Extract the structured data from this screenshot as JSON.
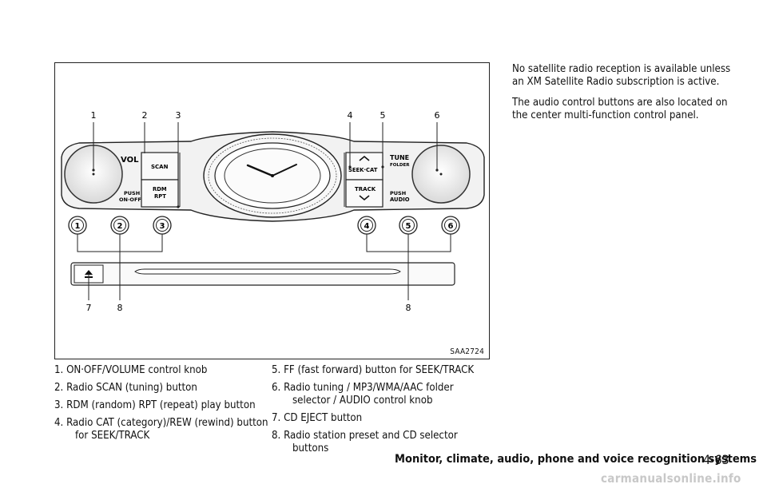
{
  "figure": {
    "code": "SAA2724",
    "callouts_top": [
      "1",
      "2",
      "3",
      "4",
      "5",
      "6"
    ],
    "callouts_bottom": [
      "7",
      "8",
      "8"
    ],
    "preset_numbers": [
      "1",
      "2",
      "3",
      "4",
      "5",
      "6"
    ],
    "panel_labels": {
      "vol": "VOL",
      "push_on_off_1": "PUSH",
      "push_on_off_2": "ON·OFF",
      "scan": "SCAN",
      "rdm": "RDM",
      "rpt": "RPT",
      "seek_cat": "SEEK·CAT",
      "track": "TRACK",
      "tune": "TUNE",
      "folder": "FOLDER",
      "push_audio_1": "PUSH",
      "push_audio_2": "AUDIO"
    }
  },
  "legend": [
    "1. ON·OFF/VOLUME control knob",
    "2. Radio SCAN (tuning) button",
    "3. RDM (random) RPT (repeat) play button",
    "4. Radio CAT (category)/REW (rewind) button for SEEK/TRACK",
    "5. FF (fast forward) button for SEEK/TRACK",
    "6. Radio tuning / MP3/WMA/AAC folder selector / AUDIO control knob",
    "7. CD EJECT button",
    "8. Radio station preset and CD selector buttons"
  ],
  "body_text": [
    "No satellite radio reception is available unless an XM Satellite Radio subscription is active.",
    "The audio control buttons are also located on the center multi-function control panel."
  ],
  "footer": {
    "section_title": "Monitor, climate, audio, phone and voice recognition systems",
    "page_number": "4-63"
  },
  "watermark": "carmanualsonline.info"
}
